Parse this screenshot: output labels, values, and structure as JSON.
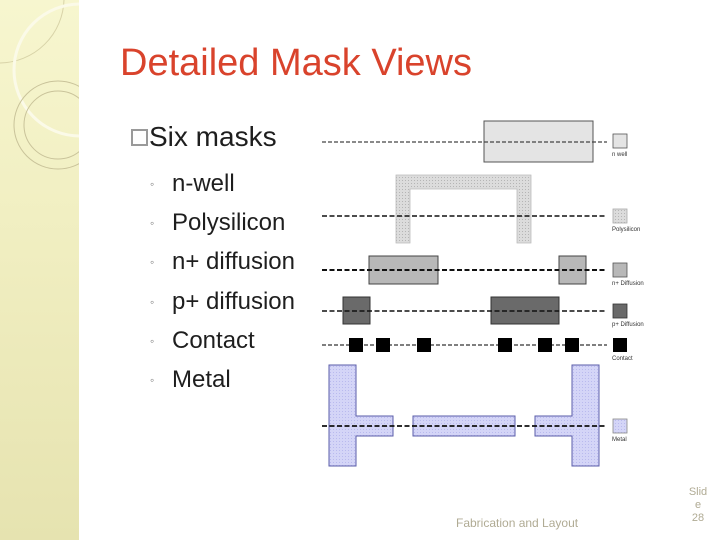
{
  "slide": {
    "title": "Detailed Mask Views",
    "level1": "Six masks",
    "items": [
      "n-well",
      "Polysilicon",
      "n+ diffusion",
      "p+ diffusion",
      "Contact",
      "Metal"
    ],
    "footer": "Fabrication and Layout",
    "slide_number_label": [
      "Slid",
      "e",
      "28"
    ]
  },
  "diagram": {
    "legend": [
      {
        "label": "n well",
        "color": "#e4e4e4"
      },
      {
        "label": "Polysilicon",
        "color": "#d2d2d2"
      },
      {
        "label": "n+ Diffusion",
        "color": "#b8b8b8"
      },
      {
        "label": "p+ Diffusion",
        "color": "#6a6a6a"
      },
      {
        "label": "Contact",
        "color": "#000000"
      },
      {
        "label": "Metal",
        "color": "#cfd0f6"
      }
    ]
  },
  "colors": {
    "title": "#d9432c",
    "text": "#1e1e1e",
    "sidebar": "#f1efc2",
    "footer": "#b0ab94"
  }
}
